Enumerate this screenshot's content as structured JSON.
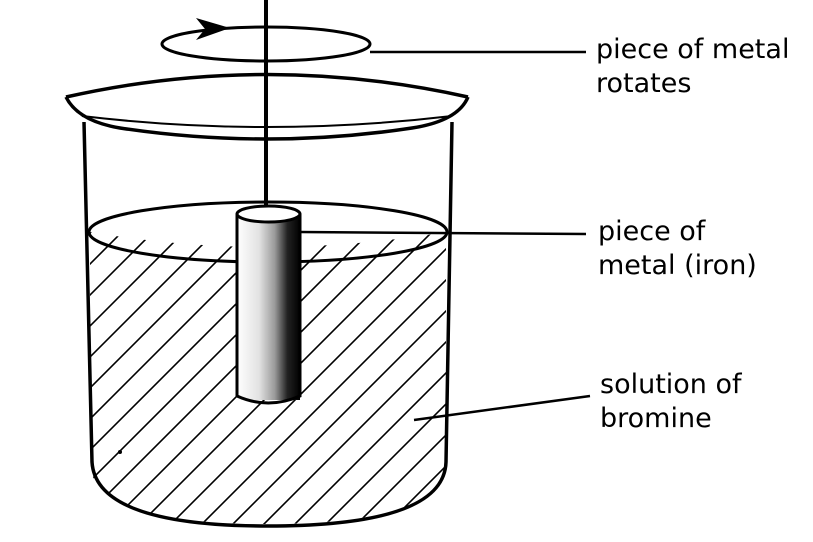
{
  "labels": {
    "rotation": {
      "line1": "piece of metal",
      "line2": "rotates"
    },
    "metal": {
      "line1": "piece of",
      "line2": "metal (iron)"
    },
    "solution": {
      "line1": "solution of",
      "line2": "bromine"
    }
  },
  "colors": {
    "ink": "#000000",
    "background": "#ffffff"
  }
}
